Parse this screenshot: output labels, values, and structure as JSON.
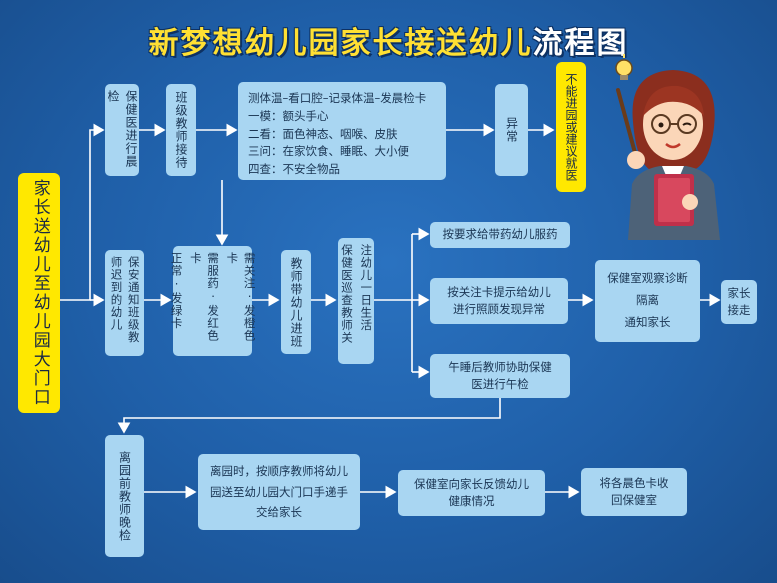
{
  "title_main": "新梦想幼儿园家长接送幼儿",
  "title_accent": "流程图",
  "nodes": {
    "start": "家长送幼儿至幼儿园大门口",
    "morning_check": "保健医进行晨检",
    "teacher_receive": "班级教师接待",
    "check_steps": [
      "测体温–看口腔–记录体温–发晨检卡",
      "一模：额头手心",
      "二看：面色神态、咽喉、皮肤",
      "三问：在家饮食、睡眠、大小便",
      "四查：不安全物品"
    ],
    "abnormal": "异常",
    "refuse": "不能进园或建议就医",
    "late_notify": "保安通知班级教师迟到的幼儿",
    "card_col_1": "需关注·发橙色卡",
    "card_col_2": "需服药·发红色卡",
    "card_col_3": "正常·发绿卡",
    "teacher_class": "教师带幼儿进班",
    "health_patrol_1": "注幼儿一日生活",
    "health_patrol_2": "保健医巡查教师关",
    "medicine": "按要求给带药幼儿服药",
    "focus_card": "按关注卡提示给幼儿进行照顾发现异常",
    "health_room": [
      "保健室观察诊断",
      "隔离",
      "通知家长"
    ],
    "parent_pickup": "家长接走",
    "nap_check": "午睡后教师协助保健医进行午检",
    "leave_check": "离园前教师晚检",
    "leave_order": "离园时，按顺序教师将幼儿园送至幼儿园大门口手递手交给家长",
    "health_feedback": "保健室向家长反馈幼儿健康情况",
    "return_card": "将各晨色卡收回保健室"
  },
  "colors": {
    "background": "#1f5fa8",
    "box": "#a9d6f2",
    "highlight": "#ffe800",
    "title": "#ffe033",
    "arrow": "#ffffff"
  }
}
